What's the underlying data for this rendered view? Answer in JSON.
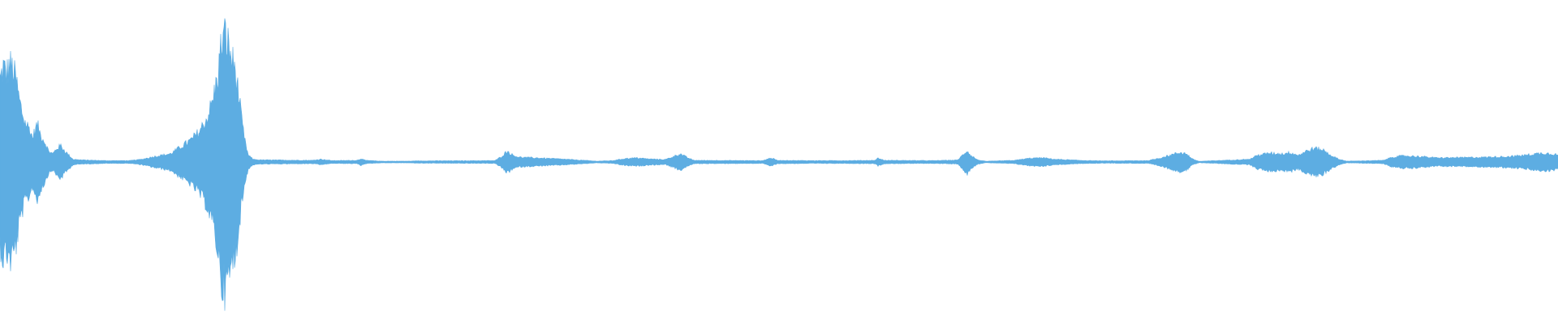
{
  "waveform": {
    "color": "#5DADE2",
    "background": "#ffffff",
    "amplitude_envelope": [
      [
        0,
        0.6
      ],
      [
        4,
        0.7
      ],
      [
        8,
        0.65
      ],
      [
        12,
        0.72
      ],
      [
        16,
        0.68
      ],
      [
        20,
        0.6
      ],
      [
        24,
        0.45
      ],
      [
        30,
        0.3
      ],
      [
        36,
        0.25
      ],
      [
        40,
        0.18
      ],
      [
        46,
        0.28
      ],
      [
        50,
        0.2
      ],
      [
        55,
        0.15
      ],
      [
        60,
        0.08
      ],
      [
        65,
        0.06
      ],
      [
        70,
        0.1
      ],
      [
        75,
        0.12
      ],
      [
        80,
        0.08
      ],
      [
        85,
        0.05
      ],
      [
        90,
        0.02
      ],
      [
        100,
        0.015
      ],
      [
        130,
        0.01
      ],
      [
        160,
        0.01
      ],
      [
        175,
        0.02
      ],
      [
        190,
        0.04
      ],
      [
        200,
        0.05
      ],
      [
        210,
        0.06
      ],
      [
        220,
        0.1
      ],
      [
        235,
        0.16
      ],
      [
        245,
        0.22
      ],
      [
        255,
        0.32
      ],
      [
        262,
        0.45
      ],
      [
        268,
        0.62
      ],
      [
        273,
        0.88
      ],
      [
        278,
        0.94
      ],
      [
        282,
        0.84
      ],
      [
        286,
        0.75
      ],
      [
        290,
        0.68
      ],
      [
        294,
        0.5
      ],
      [
        298,
        0.3
      ],
      [
        302,
        0.15
      ],
      [
        306,
        0.05
      ],
      [
        312,
        0.02
      ],
      [
        320,
        0.015
      ],
      [
        385,
        0.012
      ],
      [
        395,
        0.02
      ],
      [
        410,
        0.01
      ],
      [
        440,
        0.012
      ],
      [
        445,
        0.025
      ],
      [
        450,
        0.012
      ],
      [
        470,
        0.006
      ],
      [
        505,
        0.006
      ],
      [
        512,
        0.008
      ],
      [
        610,
        0.01
      ],
      [
        618,
        0.04
      ],
      [
        625,
        0.08
      ],
      [
        632,
        0.05
      ],
      [
        640,
        0.035
      ],
      [
        660,
        0.03
      ],
      [
        690,
        0.022
      ],
      [
        720,
        0.012
      ],
      [
        735,
        0.006
      ],
      [
        755,
        0.01
      ],
      [
        770,
        0.025
      ],
      [
        785,
        0.03
      ],
      [
        800,
        0.022
      ],
      [
        820,
        0.018
      ],
      [
        830,
        0.04
      ],
      [
        838,
        0.06
      ],
      [
        846,
        0.035
      ],
      [
        855,
        0.012
      ],
      [
        940,
        0.01
      ],
      [
        950,
        0.03
      ],
      [
        958,
        0.012
      ],
      [
        1000,
        0.01
      ],
      [
        1040,
        0.01
      ],
      [
        1078,
        0.012
      ],
      [
        1082,
        0.028
      ],
      [
        1090,
        0.012
      ],
      [
        1150,
        0.01
      ],
      [
        1180,
        0.014
      ],
      [
        1188,
        0.06
      ],
      [
        1192,
        0.085
      ],
      [
        1196,
        0.05
      ],
      [
        1205,
        0.015
      ],
      [
        1215,
        0.005
      ],
      [
        1250,
        0.012
      ],
      [
        1270,
        0.028
      ],
      [
        1285,
        0.03
      ],
      [
        1300,
        0.02
      ],
      [
        1330,
        0.012
      ],
      [
        1360,
        0.008
      ],
      [
        1415,
        0.01
      ],
      [
        1430,
        0.03
      ],
      [
        1445,
        0.055
      ],
      [
        1455,
        0.07
      ],
      [
        1462,
        0.06
      ],
      [
        1470,
        0.02
      ],
      [
        1478,
        0.005
      ],
      [
        1540,
        0.02
      ],
      [
        1550,
        0.05
      ],
      [
        1565,
        0.065
      ],
      [
        1580,
        0.06
      ],
      [
        1590,
        0.07
      ],
      [
        1600,
        0.05
      ],
      [
        1610,
        0.08
      ],
      [
        1620,
        0.1
      ],
      [
        1630,
        0.09
      ],
      [
        1640,
        0.05
      ],
      [
        1650,
        0.02
      ],
      [
        1660,
        0.006
      ],
      [
        1705,
        0.012
      ],
      [
        1715,
        0.035
      ],
      [
        1730,
        0.045
      ],
      [
        1750,
        0.04
      ],
      [
        1770,
        0.03
      ],
      [
        1800,
        0.032
      ],
      [
        1830,
        0.035
      ],
      [
        1860,
        0.04
      ],
      [
        1880,
        0.05
      ],
      [
        1900,
        0.065
      ],
      [
        1915,
        0.06
      ],
      [
        1920,
        0.05
      ]
    ]
  }
}
